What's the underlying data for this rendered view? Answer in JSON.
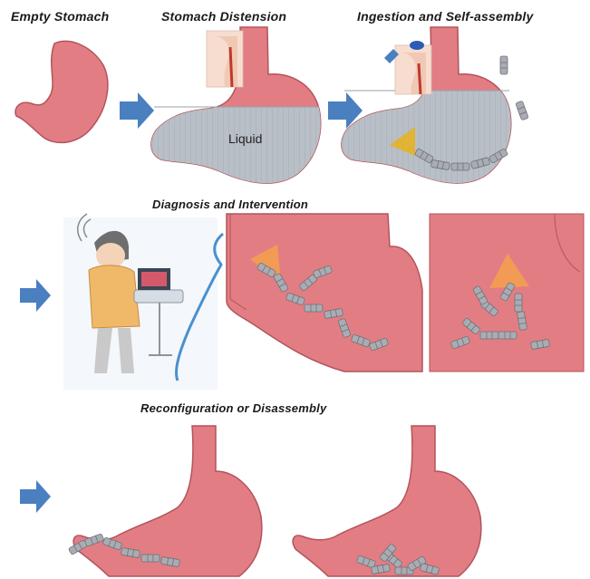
{
  "stages": {
    "empty_stomach": "Empty  Stomach",
    "stomach_distension": "Stomach Distension",
    "ingestion": "Ingestion and Self-assembly",
    "diagnosis": "Diagnosis and Intervention",
    "reconfiguration": "Reconfiguration  or  Disassembly"
  },
  "liquid_label": "Liquid",
  "colors": {
    "stomach_fill": "#e37d84",
    "stomach_stroke": "#b2545b",
    "liquid": "#b6bcc4",
    "arrow": "#4a7fc0",
    "module": "#a9adb3",
    "cone": "#e8b21c",
    "signal_cone": "#f5a24a"
  }
}
